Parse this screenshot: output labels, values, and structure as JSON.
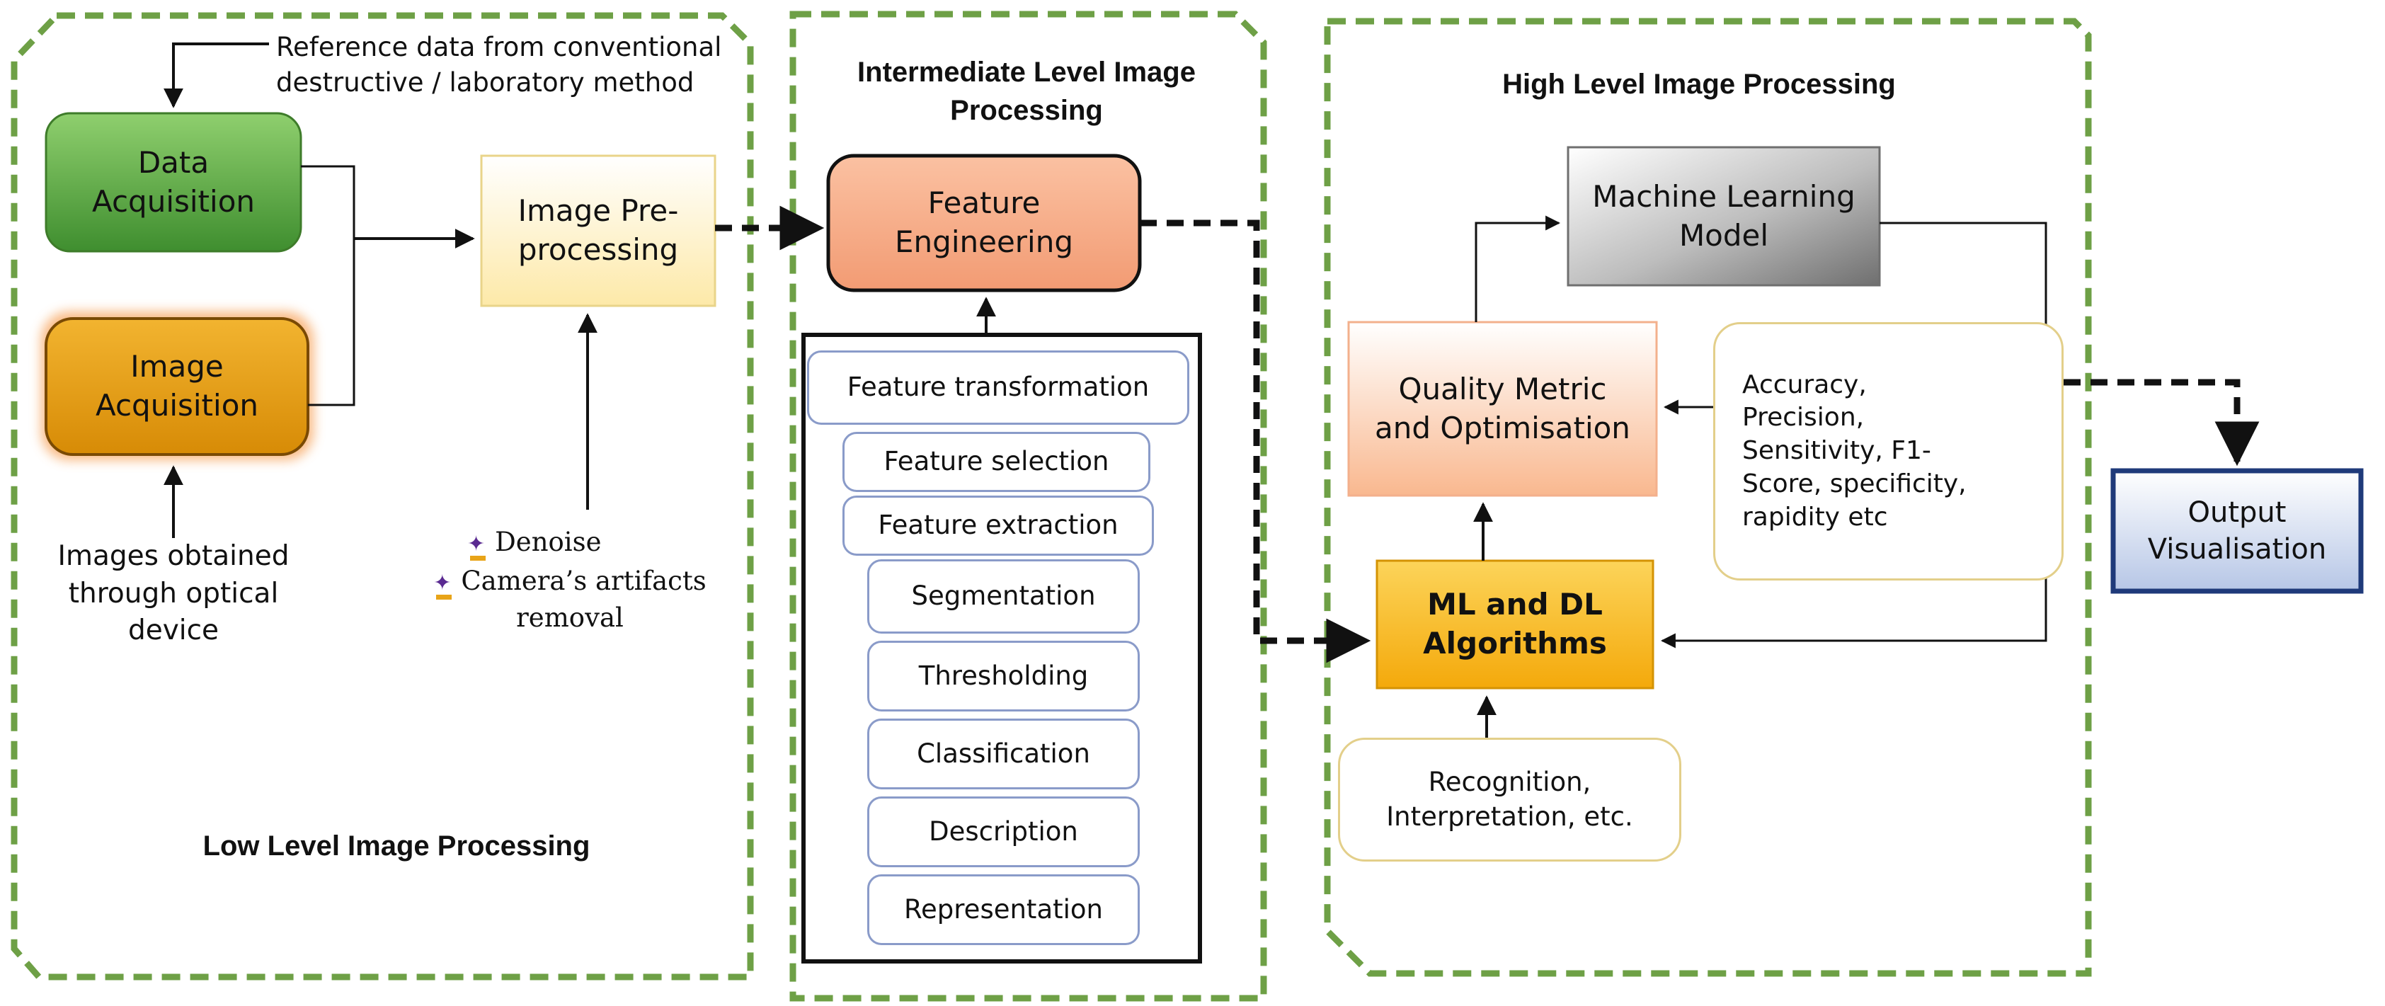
{
  "sections": {
    "low_title": "Low Level Image Processing",
    "intermediate_title": "Intermediate Level Image\nProcessing",
    "high_title": "High Level Image Processing"
  },
  "low": {
    "reference_note": "Reference data from conventional\ndestructive / laboratory method",
    "data_acquisition": "Data\nAcquisition",
    "image_acquisition": "Image\nAcquisition",
    "images_note": "Images obtained\nthrough optical\ndevice",
    "preprocessing": "Image Pre-\nprocessing",
    "denoise": "Denoise",
    "artifacts": "Camera’s artifacts\nremoval"
  },
  "intermediate": {
    "feature_engineering": "Feature\nEngineering",
    "items": [
      "Feature transformation",
      "Feature selection",
      "Feature extraction",
      "Segmentation",
      "Thresholding",
      "Classification",
      "Description",
      "Representation"
    ]
  },
  "high": {
    "ml_model": "Machine Learning\nModel",
    "quality": "Quality Metric\nand Optimisation",
    "metrics": "Accuracy,\nPrecision,\nSensitivity, F1-\nScore, specificity,\nrapidity etc",
    "algorithms": "ML and DL\nAlgorithms",
    "recognition": "Recognition,\nInterpretation, etc."
  },
  "output": {
    "visualisation": "Output\nVisualisation"
  },
  "colors": {
    "section_border": "#6ea046",
    "green_box": "#5aa844",
    "orange_box": "#e39a0c",
    "preprocess_box": "#fff3c9",
    "feature_eng_box": "#f6aa86",
    "ml_model_box": "#9a9a9a",
    "quality_box": "#fbc9aa",
    "algorithms_box": "#fbb91e",
    "output_box": "#dfe6f4",
    "output_border": "#1f3a7a"
  }
}
